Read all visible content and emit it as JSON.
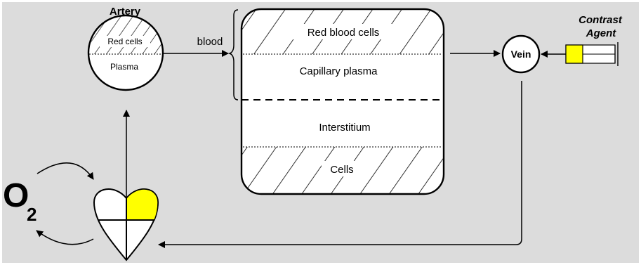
{
  "artery": {
    "title": "Artery",
    "red_cells_label": "Red cells",
    "plasma_label": "Plasma"
  },
  "blood_label": "blood",
  "tissue": {
    "red_blood_cells_label": "Red blood cells",
    "capillary_plasma_label": "Capillary plasma",
    "interstitium_label": "Interstitium",
    "cells_label": "Cells"
  },
  "vein_label": "Vein",
  "contrast_agent": {
    "line1": "Contrast",
    "line2": "Agent"
  },
  "oxygen": {
    "symbol": "O",
    "subscript": "2"
  },
  "colors": {
    "background": "#dcdcdc",
    "stroke": "#000000",
    "agent_highlight": "#ffff00",
    "panel": "#ffffff"
  }
}
